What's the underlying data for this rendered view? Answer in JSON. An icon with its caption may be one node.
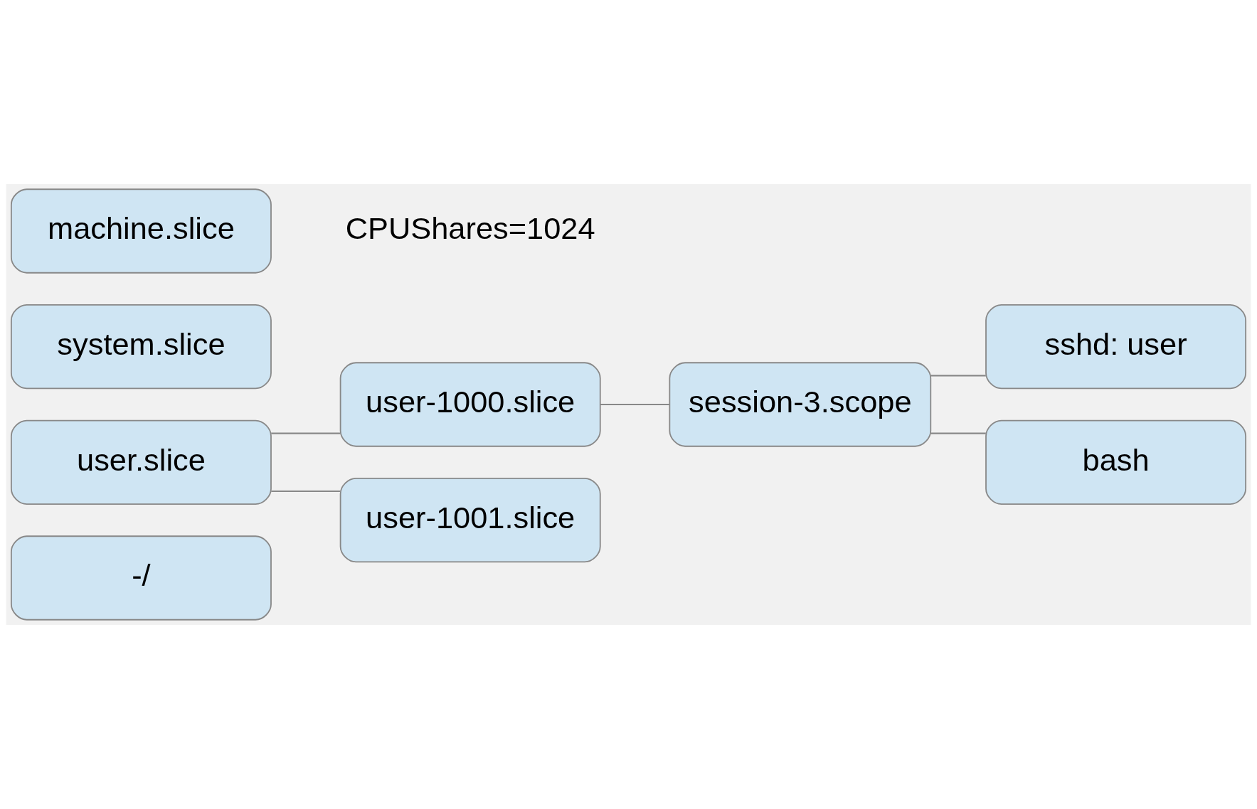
{
  "diagram": {
    "nodes": [
      {
        "text": [
          "-/"
        ]
      },
      {
        "text": [
          "user.slice"
        ]
      },
      {
        "text": [
          "system.slice"
        ]
      },
      {
        "text": [
          "machine.slice"
        ]
      },
      {
        "text": [
          "user-1000.slice"
        ]
      },
      {
        "text": [
          "session-3.scope"
        ]
      },
      {
        "text": [
          "sshd: user"
        ]
      },
      {
        "text": [
          "bash"
        ]
      },
      {
        "text": [
          "user-1001.slice"
        ]
      }
    ],
    "edges": [
      {
        "from": 1,
        "to": 4,
        "arrow": "none"
      },
      {
        "from": 4,
        "to": 5,
        "arrow": "none"
      },
      {
        "from": 5,
        "to": 6,
        "arrow": "none"
      },
      {
        "from": 5,
        "to": 7,
        "arrow": "none"
      },
      {
        "from": 1,
        "to": 8,
        "arrow": "none"
      }
    ],
    "labels": [
      "CPUShares=1024"
    ]
  }
}
